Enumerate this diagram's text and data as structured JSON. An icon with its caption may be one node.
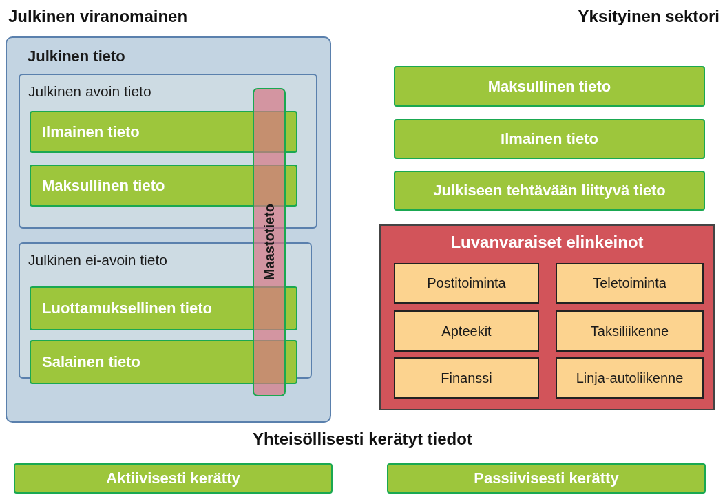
{
  "diagram": {
    "nodes": [
      {
        "text": [
          "Julkinen tieto"
        ]
      },
      {
        "text": [
          "Julkinen avoin tieto"
        ],
        "in": 0
      },
      {
        "text": [
          "Ilmainen tieto"
        ],
        "in": 1
      },
      {
        "text": [
          "Maksullinen tieto"
        ],
        "in": 1
      },
      {
        "text": [
          "Julkinen ei-avoin tieto"
        ],
        "in": 0
      },
      {
        "text": [
          "Luottamuksellinen tieto"
        ],
        "in": 4
      },
      {
        "text": [
          "Salainen tieto"
        ],
        "in": 4
      },
      {
        "text": [
          "Maastotieto"
        ],
        "in": 0
      },
      {
        "text": [
          "Maksullinen tieto"
        ]
      },
      {
        "text": [
          "Ilmainen tieto"
        ]
      },
      {
        "text": [
          "Julkiseen tehtävään liittyvä tieto"
        ]
      },
      {
        "text": [
          "Luvanvaraiset elinkeinot"
        ]
      },
      {
        "text": [
          "Postitoiminta"
        ],
        "in": 11
      },
      {
        "text": [
          "Teletoiminta"
        ],
        "in": 11
      },
      {
        "text": [
          "Apteekit"
        ],
        "in": 11
      },
      {
        "text": [
          "Taksiliikenne"
        ],
        "in": 11
      },
      {
        "text": [
          "Finanssi"
        ],
        "in": 11
      },
      {
        "text": [
          "Linja-autoliikenne"
        ],
        "in": 11
      },
      {
        "text": [
          "Aktiivisesti kerätty"
        ]
      },
      {
        "text": [
          "Passiivisesti kerätty"
        ]
      }
    ],
    "labels": [
      "Julkinen viranomainen",
      "Yksityinen sektori",
      "Yhteisöllisesti kerätyt tiedot"
    ]
  }
}
